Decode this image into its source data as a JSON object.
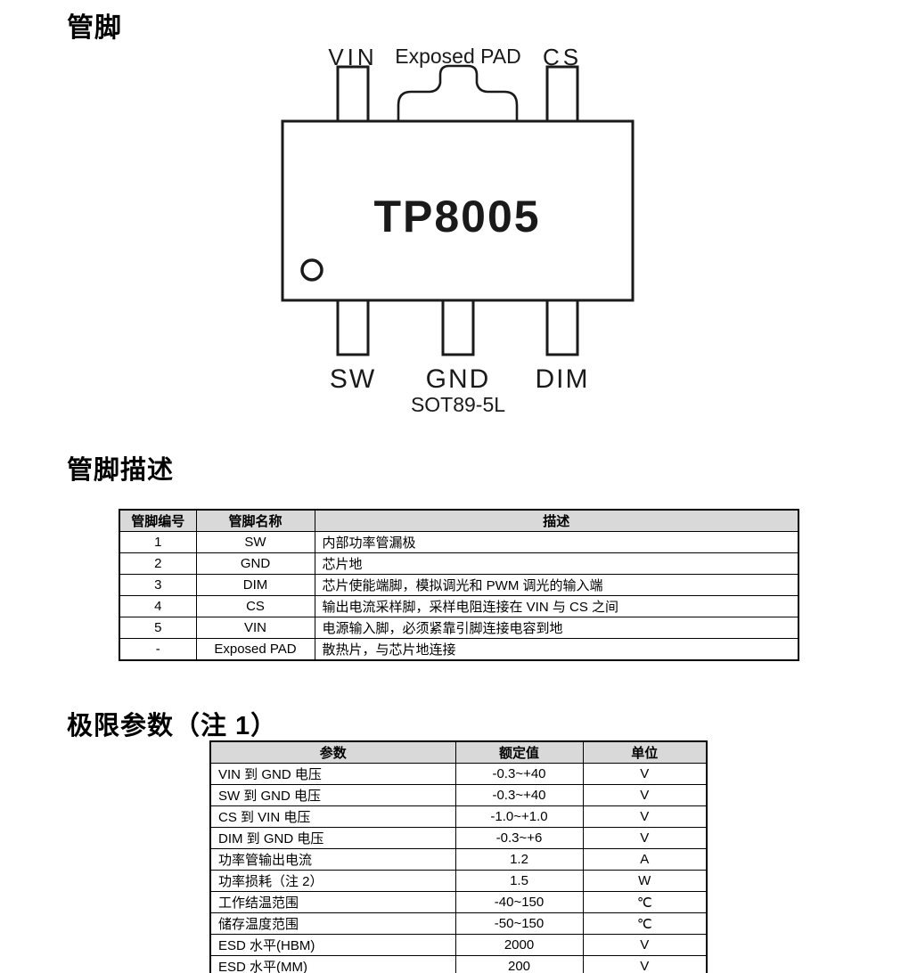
{
  "sections": {
    "pins_title": "管脚",
    "pin_desc_title": "管脚描述",
    "limits_title": "极限参数（注 1）"
  },
  "diagram": {
    "chip_name": "TP8005",
    "package": "SOT89-5L",
    "top_pins": {
      "left": "VIN",
      "center": "Exposed PAD",
      "right": "CS"
    },
    "bottom_pins": {
      "left": "SW",
      "center": "GND",
      "right": "DIM"
    }
  },
  "pin_table": {
    "headers": [
      "管脚编号",
      "管脚名称",
      "描述"
    ],
    "rows": [
      [
        "1",
        "SW",
        "内部功率管漏极"
      ],
      [
        "2",
        "GND",
        "芯片地"
      ],
      [
        "3",
        "DIM",
        "芯片使能端脚，模拟调光和 PWM 调光的输入端"
      ],
      [
        "4",
        "CS",
        "输出电流采样脚，采样电阻连接在 VIN 与 CS 之间"
      ],
      [
        "5",
        "VIN",
        "电源输入脚，必须紧靠引脚连接电容到地"
      ],
      [
        "-",
        "Exposed PAD",
        "散热片，与芯片地连接"
      ]
    ]
  },
  "limits_table": {
    "headers": [
      "参数",
      "额定值",
      "单位"
    ],
    "rows": [
      [
        "VIN 到 GND 电压",
        "-0.3~+40",
        "V"
      ],
      [
        "SW 到 GND 电压",
        "-0.3~+40",
        "V"
      ],
      [
        "CS 到 VIN 电压",
        "-1.0~+1.0",
        "V"
      ],
      [
        "DIM 到 GND 电压",
        "-0.3~+6",
        "V"
      ],
      [
        "功率管输出电流",
        "1.2",
        "A"
      ],
      [
        "功率损耗（注 2）",
        "1.5",
        "W"
      ],
      [
        "工作结温范围",
        "-40~150",
        "℃"
      ],
      [
        "储存温度范围",
        "-50~150",
        "℃"
      ],
      [
        "ESD 水平(HBM)",
        "2000",
        "V"
      ],
      [
        "ESD 水平(MM)",
        "200",
        "V"
      ]
    ]
  },
  "colors": {
    "table_header_bg": "#d9d9d9",
    "line": "#1a1a1a"
  }
}
